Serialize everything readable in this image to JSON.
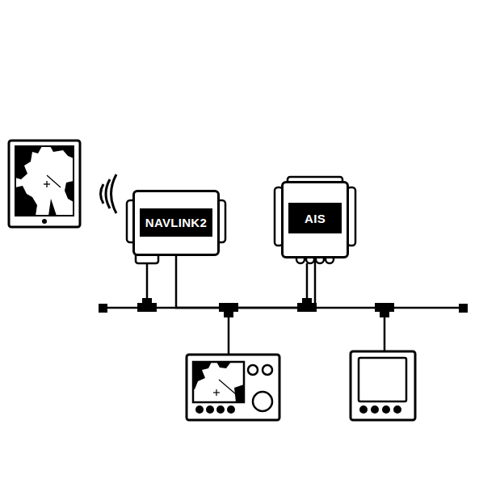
{
  "diagram": {
    "nodes": [
      {
        "text": [
          "NAVLINK2"
        ]
      },
      {
        "text": [
          "AIS"
        ]
      }
    ],
    "edges": [
      {
        "from": 0,
        "to": 1,
        "arrow": "none"
      }
    ]
  }
}
